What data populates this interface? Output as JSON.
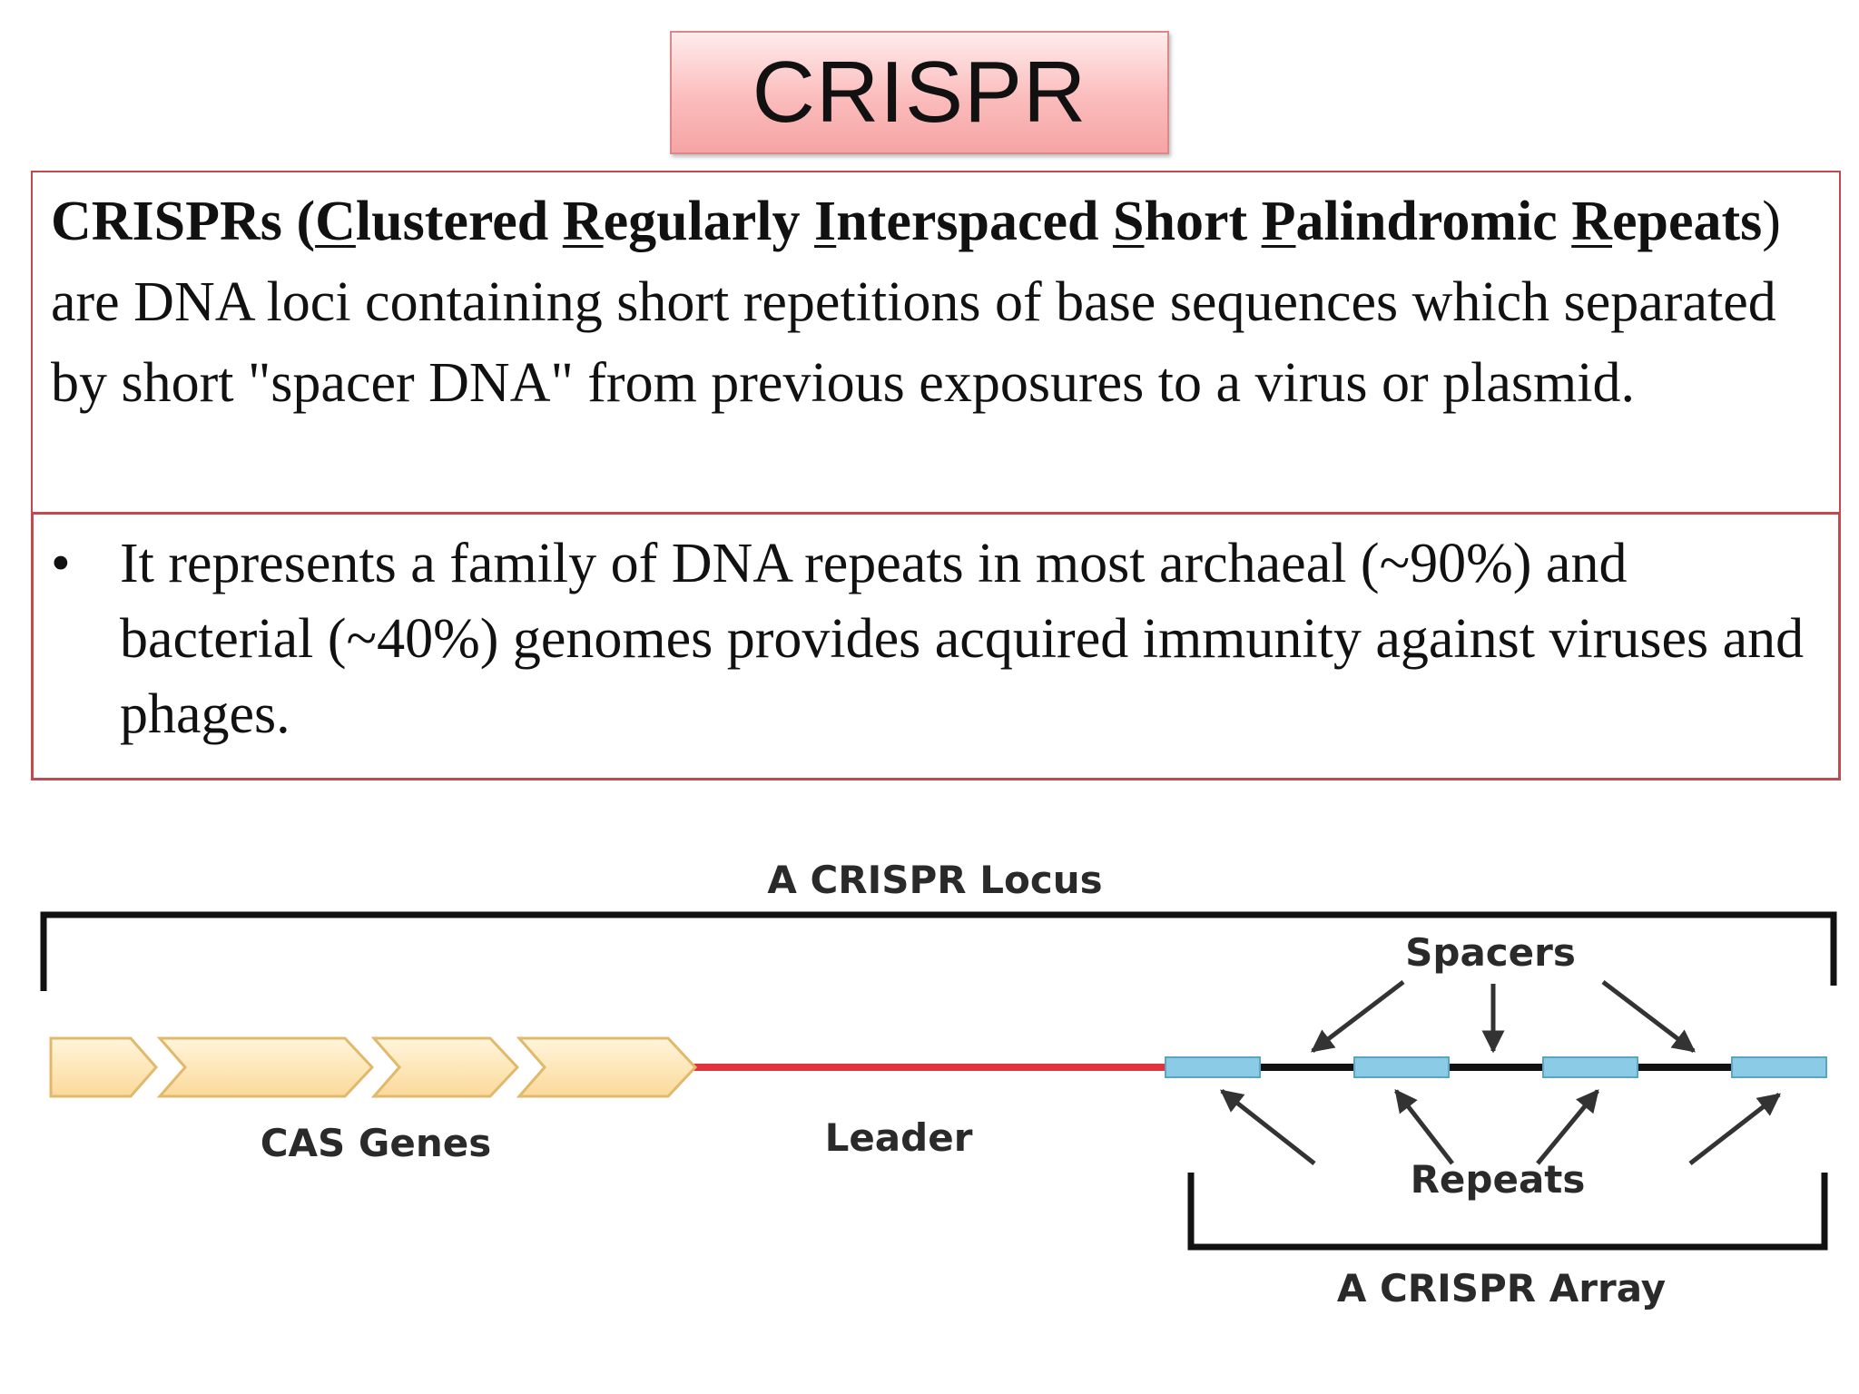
{
  "title": "CRISPR",
  "definition": {
    "word": "CRISPRs",
    "open_paren": "(",
    "expansion": [
      {
        "initial": "C",
        "rest": "lustered"
      },
      {
        "initial": "R",
        "rest": "egularly"
      },
      {
        "initial": "I",
        "rest": "nterspaced"
      },
      {
        "initial": "S",
        "rest": "hort"
      },
      {
        "initial": "P",
        "rest": "alindromic"
      },
      {
        "initial": "R",
        "rest": "epeats"
      }
    ],
    "rest": ") are DNA loci containing short repetitions of base sequences which separated by short \"spacer DNA\" from previous exposures to a virus or plasmid."
  },
  "bullet": {
    "marker": "•",
    "text": "It represents a family of DNA repeats in most archaeal (~90%) and bacterial (~40%) genomes provides acquired immunity against viruses and phages."
  },
  "diagram": {
    "locus_label": "A CRISPR Locus",
    "spacers_label": "Spacers",
    "cas_genes_label": "CAS Genes",
    "leader_label": "Leader",
    "repeats_label": "Repeats",
    "array_label": "A CRISPR Array",
    "colors": {
      "gene_fill": "#fde7b4",
      "gene_stroke": "#e2b86a",
      "leader": "#e0343c",
      "spacer_fill": "#8ccbe6",
      "spacer_stroke": "#5aa4c8",
      "repeat_line": "#111111"
    }
  }
}
